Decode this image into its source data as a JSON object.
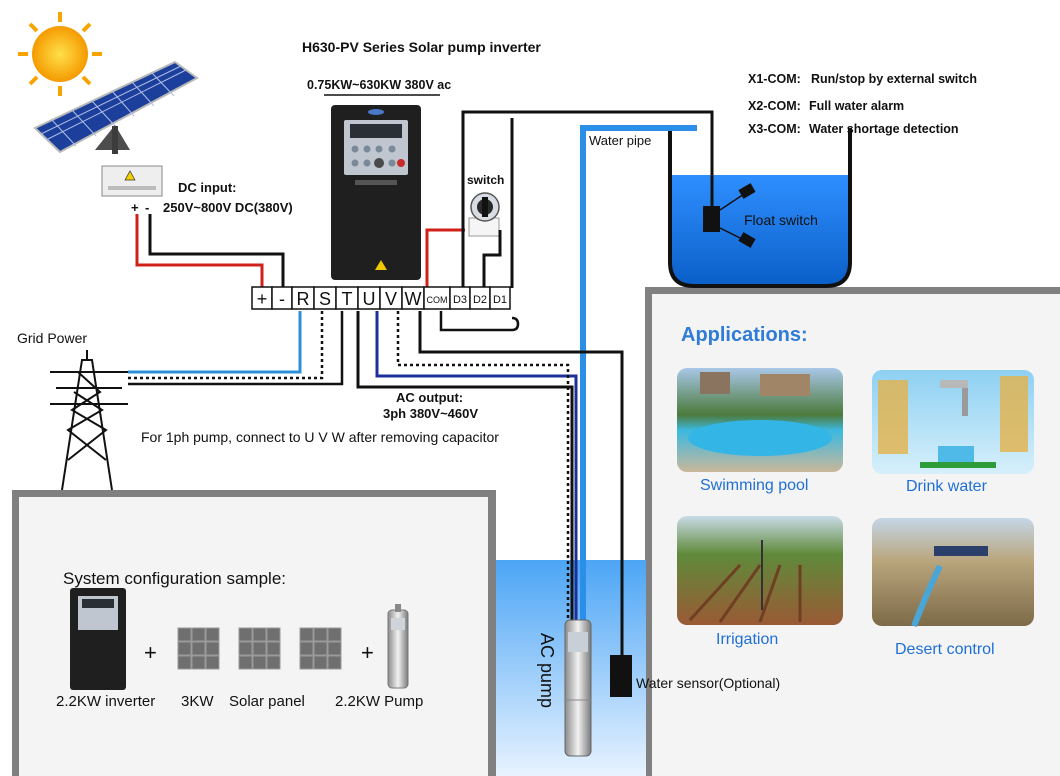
{
  "title": "H630-PV Series Solar pump inverter",
  "power_range": "0.75KW~630KW 380V ac",
  "io_notes": [
    {
      "key": "X1-COM:",
      "text": "Run/stop by external switch"
    },
    {
      "key": "X2-COM:",
      "text": "Full water alarm"
    },
    {
      "key": "X3-COM:",
      "text": "Water shortage detection"
    }
  ],
  "dc_input": {
    "title": "DC input:",
    "range": "250V~800V DC(380V)",
    "plus": "+",
    "minus": "-"
  },
  "switch_label": "switch",
  "water_pipe_label": "Water pipe",
  "float_switch_label": "Float switch",
  "terminals": [
    "+",
    "-",
    "R",
    "S",
    "T",
    "U",
    "V",
    "W",
    "COM",
    "D3",
    "D2",
    "D1"
  ],
  "grid_power_label": "Grid Power",
  "ac_output": {
    "title": "AC output:",
    "range": "3ph 380V~460V"
  },
  "single_phase_note": "For 1ph pump, connect to U V W after removing capacitor",
  "applications": {
    "title": "Applications:",
    "items": [
      "Swimming pool",
      "Drink water",
      "Irrigation",
      "Desert control"
    ]
  },
  "config": {
    "title": "System configuration sample:",
    "inverter": "2.2KW inverter",
    "panel_kw": "3KW",
    "panel": "Solar panel",
    "pump": "2.2KW Pump",
    "plus": "+"
  },
  "ac_pump_label": "AC pump",
  "water_sensor_label": "Water sensor(Optional)",
  "colors": {
    "water": "#1f7fe0",
    "pipe": "#2b8fe8",
    "wire_red": "#d0201a",
    "wire_blue": "#2c8fd8",
    "wire_navy": "#1c2f9a",
    "app_title": "#2f7bd8",
    "app_caption": "#1f6fd6"
  }
}
